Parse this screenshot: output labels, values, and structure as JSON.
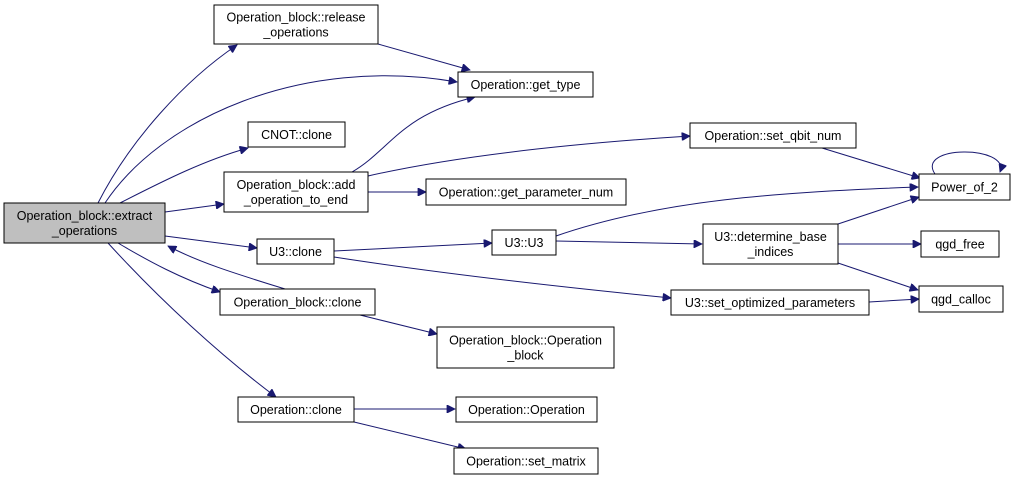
{
  "colors": {
    "edge": "#191970",
    "node_fill": "#ffffff",
    "root_fill": "#bfbfbf",
    "node_border": "#000000"
  },
  "nodes": {
    "extract_operations": [
      "Operation_block::extract",
      "_operations"
    ],
    "release_operations": [
      "Operation_block::release",
      "_operations"
    ],
    "get_type": [
      "Operation::get_type"
    ],
    "cnot_clone": [
      "CNOT::clone"
    ],
    "add_operation_to_end": [
      "Operation_block::add",
      "_operation_to_end"
    ],
    "get_parameter_num": [
      "Operation::get_parameter_num"
    ],
    "set_qbit_num": [
      "Operation::set_qbit_num"
    ],
    "power_of_2": [
      "Power_of_2"
    ],
    "u3_clone": [
      "U3::clone"
    ],
    "u3_u3": [
      "U3::U3"
    ],
    "determine_base_indices": [
      "U3::determine_base",
      "_indices"
    ],
    "qgd_free": [
      "qgd_free"
    ],
    "qgd_calloc": [
      "qgd_calloc"
    ],
    "set_optimized_parameters": [
      "U3::set_optimized_parameters"
    ],
    "operation_block_clone": [
      "Operation_block::clone"
    ],
    "operation_block_ctor": [
      "Operation_block::Operation",
      "_block"
    ],
    "operation_clone": [
      "Operation::clone"
    ],
    "operation_ctor": [
      "Operation::Operation"
    ],
    "set_matrix": [
      "Operation::set_matrix"
    ]
  }
}
